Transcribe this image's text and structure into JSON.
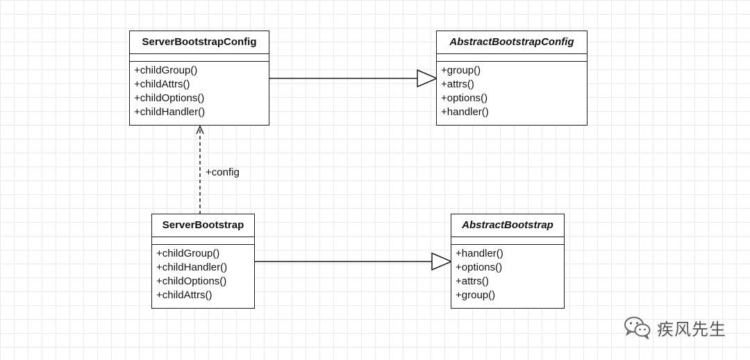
{
  "classes": [
    {
      "name": "ServerBootstrapConfig",
      "abstract": false,
      "operations": [
        "+childGroup()",
        "+childAttrs()",
        "+childOptions()",
        "+childHandler()"
      ]
    },
    {
      "name": "AbstractBootstrapConfig",
      "abstract": true,
      "operations": [
        "+group()",
        "+attrs()",
        "+options()",
        "+handler()"
      ]
    },
    {
      "name": "ServerBootstrap",
      "abstract": false,
      "operations": [
        "+childGroup()",
        "+childHandler()",
        "+childOptions()",
        "+childAttrs()"
      ]
    },
    {
      "name": "AbstractBootstrap",
      "abstract": true,
      "operations": [
        "+handler()",
        "+options()",
        "+attrs()",
        "+group()"
      ]
    }
  ],
  "relations": [
    {
      "type": "generalization",
      "from": "ServerBootstrapConfig",
      "to": "AbstractBootstrapConfig"
    },
    {
      "type": "generalization",
      "from": "ServerBootstrap",
      "to": "AbstractBootstrap"
    },
    {
      "type": "dependency",
      "from": "ServerBootstrap",
      "to": "ServerBootstrapConfig",
      "label": "+config"
    }
  ],
  "watermark": {
    "icon": "wechat-icon",
    "text": "疾风先生"
  }
}
